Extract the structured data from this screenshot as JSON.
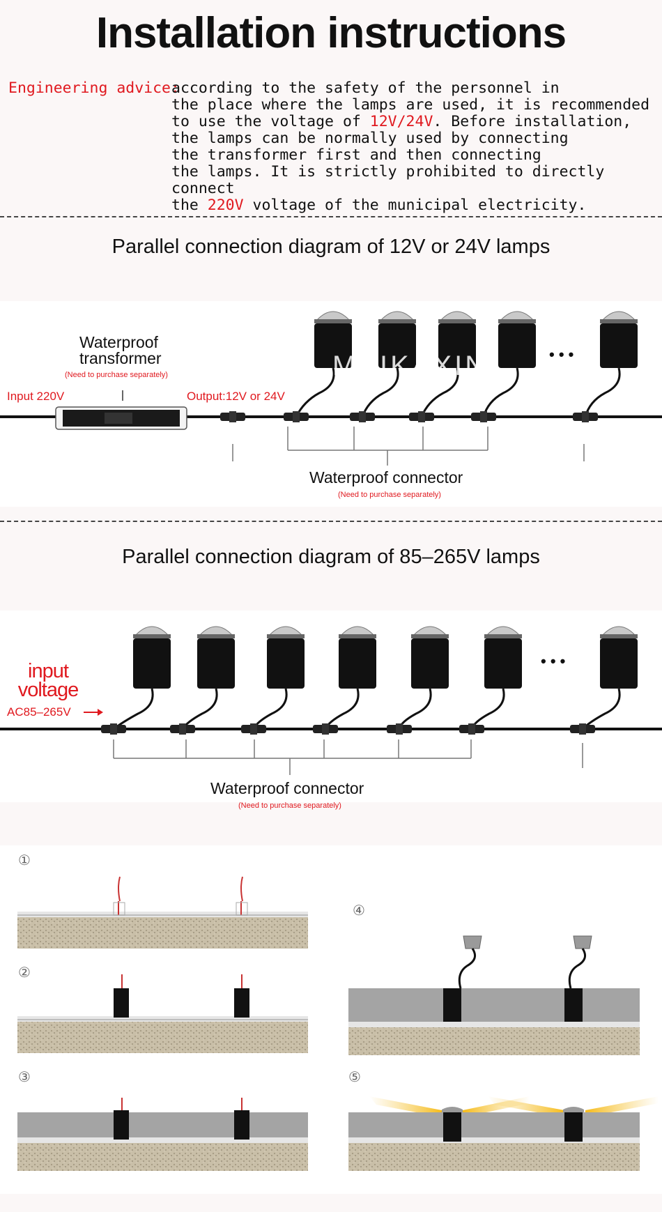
{
  "title": "Installation instructions",
  "advice": {
    "label": "Engineering advice:",
    "line1": "according to the safety of the personnel in",
    "line2": "the place where the lamps are used, it is recommended",
    "line3_a": "to use the voltage of ",
    "line3_red": "12V/24V",
    "line3_b": ". Before installation,",
    "line4": "the lamps can be normally used by connecting",
    "line5": "the transformer first and then connecting",
    "line6": "the lamps. It is strictly prohibited to directly connect",
    "line7_a": "the ",
    "line7_red": "220V",
    "line7_b": " voltage of the municipal electricity."
  },
  "diagram1": {
    "title": "Parallel connection diagram of 12V or 24V lamps",
    "transformer_line1": "Waterproof",
    "transformer_line2": "transformer",
    "transformer_note": "(Need to purchase separately)",
    "input_label": "Input 220V",
    "output_label": "Output:12V or 24V",
    "connector_label": "Waterproof connector",
    "connector_note": "(Need to purchase separately)",
    "ellipsis": "• • •",
    "watermark": "MAIKAXIN"
  },
  "diagram2": {
    "title": "Parallel connection diagram of 85–265V lamps",
    "input_line1": "input",
    "input_line2": "voltage",
    "ac_label": "AC85–265V",
    "connector_label": "Waterproof connector",
    "connector_note": "(Need to purchase separately)",
    "ellipsis": "• • •"
  },
  "steps": [
    "①",
    "②",
    "③",
    "④",
    "⑤"
  ],
  "colors": {
    "accent_red": "#e0191f",
    "lamp_black": "#111111",
    "concrete": "#9a9a9a",
    "soil": "#c9bfa8"
  }
}
